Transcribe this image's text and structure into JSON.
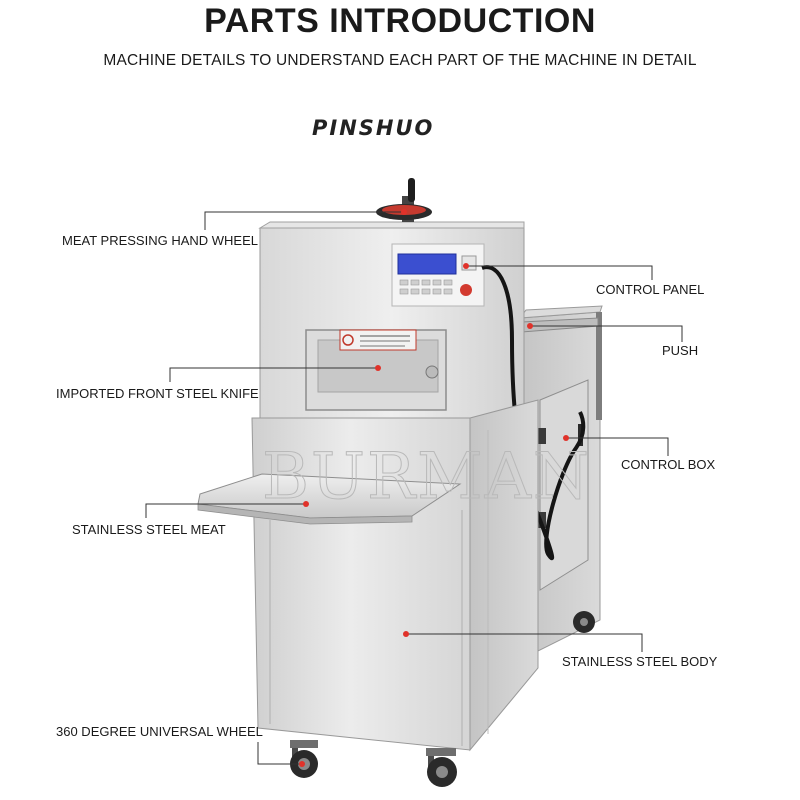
{
  "header": {
    "title": "PARTS INTRODUCTION",
    "subtitle": "MACHINE DETAILS TO UNDERSTAND EACH PART OF THE MACHINE IN DETAIL"
  },
  "brand": "PINSHUO",
  "watermark": "BURMAN",
  "labels": {
    "hand_wheel": "MEAT PRESSING HAND WHEEL",
    "control_panel": "CONTROL PANEL",
    "push": "PUSH",
    "front_knife": "IMPORTED FRONT STEEL KNIFE",
    "control_box": "CONTROL BOX",
    "meat_tray": "STAINLESS STEEL MEAT",
    "body": "STAINLESS STEEL BODY",
    "universal_wheel": "360 DEGREE UNIVERSAL WHEEL"
  },
  "colors": {
    "steel_light": "#e6e6e6",
    "steel_mid": "#cfcfcf",
    "steel_dark": "#a9a9a9",
    "display": "#3b4fd0",
    "marker": "#e0322a",
    "leader": "#333333"
  }
}
